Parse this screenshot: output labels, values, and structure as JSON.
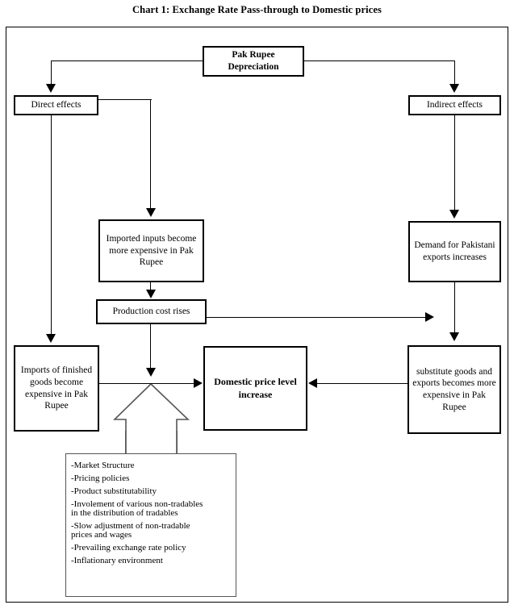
{
  "title": "Chart 1: Exchange Rate Pass-through to Domestic prices",
  "diagram": {
    "type": "flowchart",
    "nodes": {
      "root": "Pak Rupee\nDepreciation",
      "root_line1": "Pak Rupee",
      "root_line2": "Depreciation",
      "direct_effects": "Direct effects",
      "indirect_effects": "Indirect effects",
      "imported_inputs": "Imported inputs become more expensive in Pak Rupee",
      "demand_exports": "Demand for Pakistani exports increases",
      "production_cost": "Production cost rises",
      "imports_finished": "Imports of finished goods become expensive in Pak Rupee",
      "domestic_price": "Domestic price level increase",
      "substitute_goods": "substitute goods and exports becomes more expensive in Pak Rupee"
    },
    "factors_box": {
      "items": [
        "-Market Structure",
        "-Pricing policies",
        "-Product substitutability",
        "-Involement of various non-tradables in the distribution of tradables",
        "-Slow adjustment of non-tradable prices and wages",
        "-Prevailing exchange rate policy",
        "-Inflationary environment"
      ],
      "items_split": [
        {
          "head": "-Market Structure",
          "cont": ""
        },
        {
          "head": "-Pricing policies",
          "cont": ""
        },
        {
          "head": "-Product substitutability",
          "cont": ""
        },
        {
          "head": "-Involement of various non-tradables",
          "cont": "in the distribution of tradables"
        },
        {
          "head": "-Slow adjustment of non-tradable",
          "cont": "prices and wages"
        },
        {
          "head": "-Prevailing exchange rate policy",
          "cont": ""
        },
        {
          "head": "-Inflationary environment",
          "cont": ""
        }
      ]
    },
    "edges": [
      {
        "from": "root",
        "to": "direct_effects"
      },
      {
        "from": "root",
        "to": "indirect_effects"
      },
      {
        "from": "direct_effects",
        "to": "imported_inputs"
      },
      {
        "from": "direct_effects",
        "to": "imports_finished"
      },
      {
        "from": "imported_inputs",
        "to": "production_cost"
      },
      {
        "from": "production_cost",
        "to": "domestic_price"
      },
      {
        "from": "production_cost",
        "to": "substitute_goods"
      },
      {
        "from": "indirect_effects",
        "to": "demand_exports"
      },
      {
        "from": "demand_exports",
        "to": "substitute_goods"
      },
      {
        "from": "imports_finished",
        "to": "domestic_price"
      },
      {
        "from": "substitute_goods",
        "to": "domestic_price"
      },
      {
        "from": "factors_box",
        "to": "domestic_price"
      }
    ]
  },
  "colors": {
    "line": "#000000",
    "background": "#ffffff",
    "listbox_border": "#555555"
  }
}
